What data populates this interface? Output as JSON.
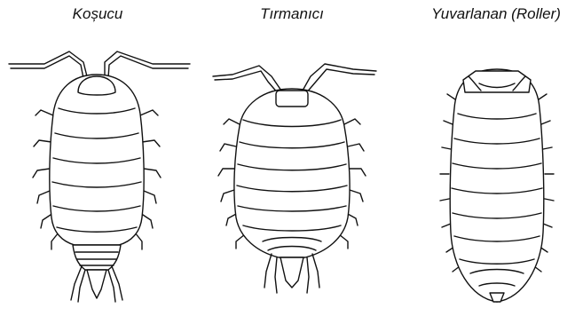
{
  "figure": {
    "labels": [
      "Koșucu",
      "Tırmanıcı",
      "Yuvarlanan (Roller)"
    ],
    "colors": {
      "ink": "#111111",
      "background": "#ffffff"
    },
    "icons": [
      "runner-isopod-drawing",
      "climber-isopod-drawing",
      "roller-isopod-drawing"
    ]
  }
}
